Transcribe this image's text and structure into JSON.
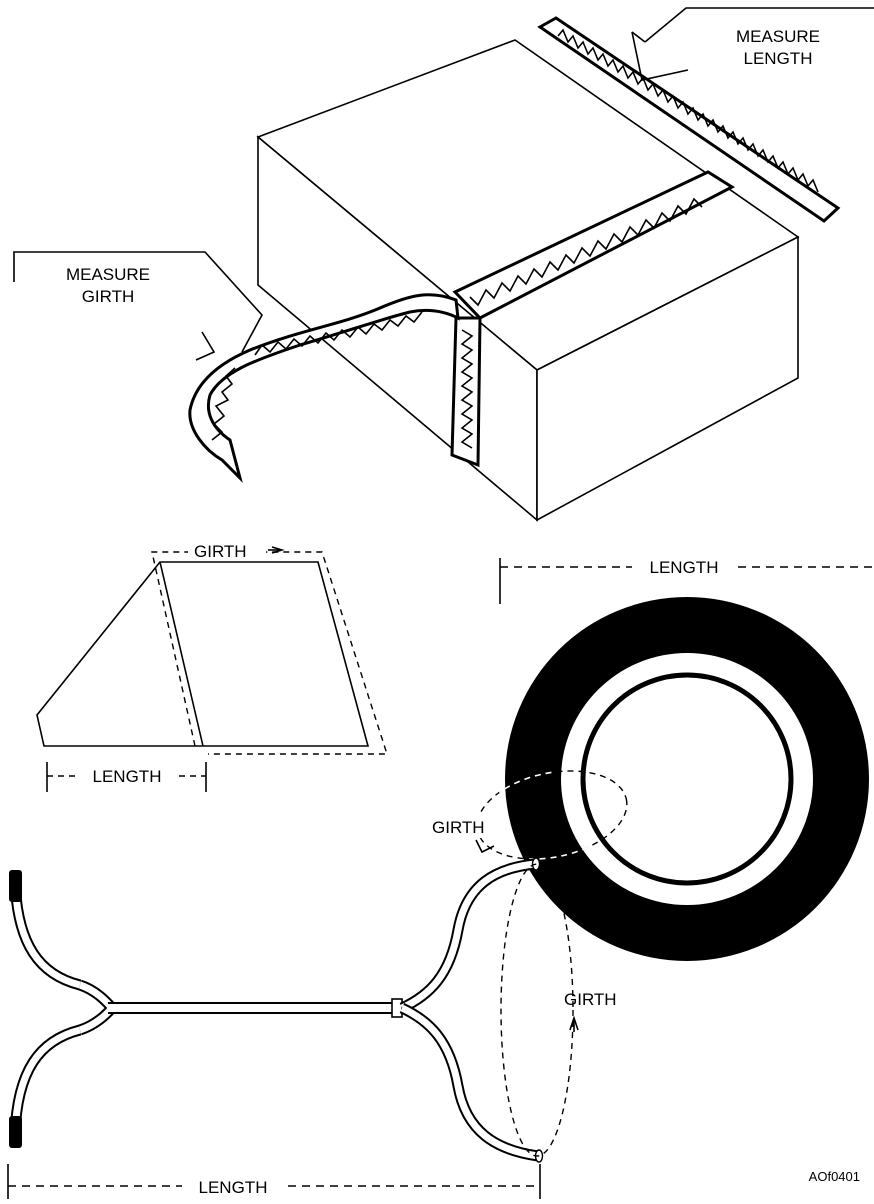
{
  "labels": {
    "measure_length": [
      "MEASURE",
      "LENGTH"
    ],
    "measure_girth": [
      "MEASURE",
      "GIRTH"
    ],
    "wedge_girth": "GIRTH",
    "wedge_length": "LENGTH",
    "tire_length": "LENGTH",
    "tire_girth": "GIRTH",
    "hose_girth": "GIRTH",
    "hose_length": "LENGTH",
    "figure_id": "AOf0401"
  },
  "colors": {
    "ink": "#000000",
    "paper": "#ffffff"
  },
  "icons": {
    "callout": "pointer-arrow-icon",
    "tape": "measuring-tape-icon"
  }
}
